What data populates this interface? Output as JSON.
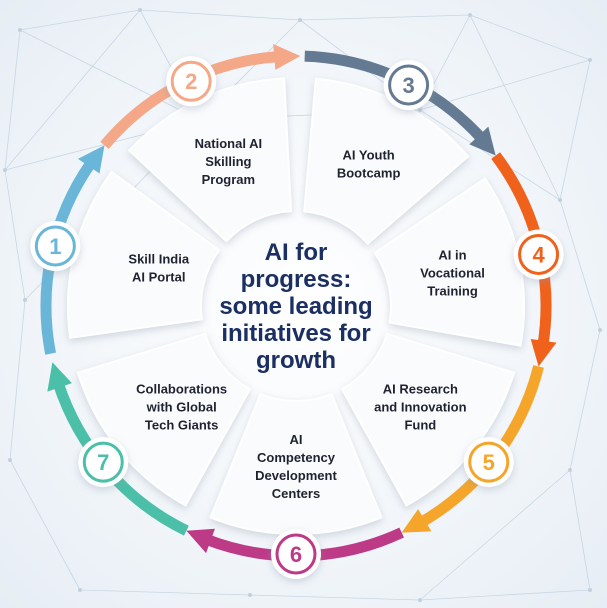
{
  "title_lines": [
    "AI for",
    "progress:",
    "some leading",
    "initiatives for",
    "growth"
  ],
  "steps": [
    {
      "number": "1",
      "lines": [
        "Skill India",
        "AI Portal"
      ],
      "color": "#6ab6d8"
    },
    {
      "number": "2",
      "lines": [
        "National AI",
        "Skilling",
        "Program"
      ],
      "color": "#f4a888"
    },
    {
      "number": "3",
      "lines": [
        "AI Youth",
        "Bootcamp"
      ],
      "color": "#647a92"
    },
    {
      "number": "4",
      "lines": [
        "AI in",
        "Vocational",
        "Training"
      ],
      "color": "#f0621c"
    },
    {
      "number": "5",
      "lines": [
        "AI Research",
        "and Innovation",
        "Fund"
      ],
      "color": "#f4a52a"
    },
    {
      "number": "6",
      "lines": [
        "AI",
        "Competency",
        "Development",
        "Centers"
      ],
      "color": "#bd3a86"
    },
    {
      "number": "7",
      "lines": [
        "Collaborations",
        "with Global",
        "Tech Giants"
      ],
      "color": "#4bbfa8"
    }
  ]
}
